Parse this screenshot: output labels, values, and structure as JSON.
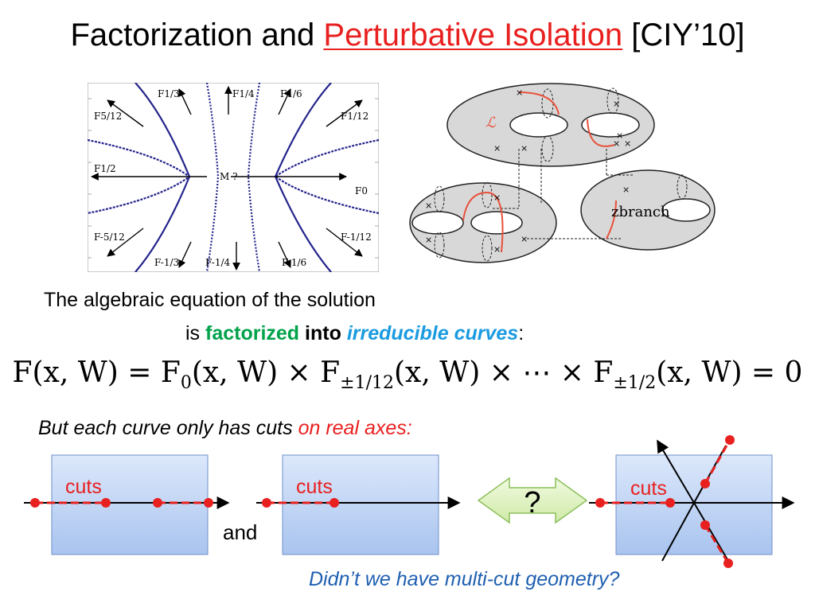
{
  "title": {
    "prefix": "Factorization and ",
    "highlight": "Perturbative Isolation",
    "suffix": " [CIY’10]"
  },
  "figure_left": {
    "labels": [
      "F1/3",
      "F1/4",
      "F1/6",
      "F5/12",
      "F1/12",
      "F1/2",
      "M ?",
      "F0",
      "F-5/12",
      "F-1/12",
      "F-1/3",
      "F-1/4",
      "F-1/6"
    ]
  },
  "figure_right": {
    "labels": [
      "ℒ",
      "zbranch"
    ]
  },
  "text": {
    "line1": "The algebraic equation of the solution",
    "line2_is": "is ",
    "line2_factorized": "factorized",
    "line2_into": " into ",
    "line2_irreducible": "irreducible curves",
    "line2_colon": ":"
  },
  "equation": {
    "part1": "F(x, W) = F",
    "sub0": "0",
    "part2": "(x, W) × F",
    "sub1": "±1/12",
    "part3": "(x, W) × ⋯ × F",
    "sub2": "±1/2",
    "part4": "(x, W) = 0"
  },
  "cuts_line": {
    "prefix": "But each curve only has cuts ",
    "highlight": "on real axes:"
  },
  "diagrams": {
    "cut_label": "cuts",
    "and_label": "and",
    "question": "?"
  },
  "bottom_question": "Didn’t we have multi-cut geometry?",
  "colors": {
    "accent_red": "#e8201f",
    "green": "#00a24a",
    "light_blue": "#1a9be0",
    "dark_blue": "#1f5fb0",
    "curve_navy": "#24248c"
  }
}
